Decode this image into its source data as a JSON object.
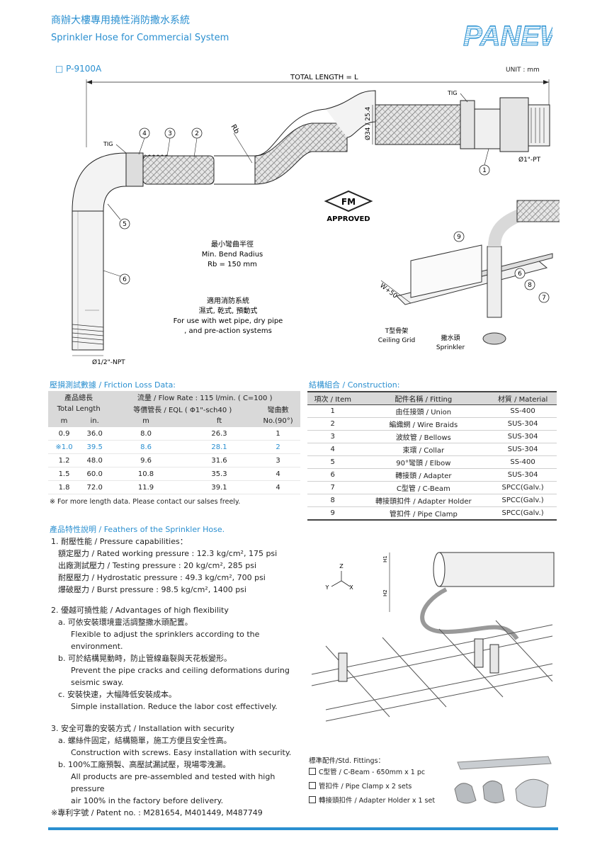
{
  "header": {
    "title_cn": "商辦大樓專用撓性消防撒水系統",
    "title_en": "Sprinkler Hose for Commercial System",
    "logo_text": "PANEW"
  },
  "model": "□ P-9100A",
  "unit": "UNIT : mm",
  "drawing": {
    "total_length": "TOTAL LENGTH = L",
    "tig1": "TIG",
    "tig2": "TIG",
    "rb": "Rb",
    "dim_diameter": "Ø34 / 25.4",
    "dim_pt": "Ø1\"-PT",
    "dim_npt": "Ø1/2\"-NPT",
    "callouts": [
      "1",
      "2",
      "3",
      "4",
      "5",
      "6"
    ],
    "fm_mark": "FM",
    "fm_approved": "APPROVED",
    "bend_cn": "最小彎曲半徑",
    "bend_en": "Min. Bend Radius",
    "bend_val": "Rb = 150 mm",
    "use_cn1": "適用消防系統",
    "use_cn2": "濕式, 乾式, 預動式",
    "use_en1": "For use with wet pipe, dry pipe",
    "use_en2": ", and pre-action systems",
    "w50": "W+50",
    "ceiling_cn": "T型骨架",
    "ceiling_en": "Ceiling Grid",
    "sprinkler_cn": "撒水頭",
    "sprinkler_en": "Sprinkler",
    "callouts2": [
      "9",
      "6",
      "8",
      "7"
    ]
  },
  "friction": {
    "title": "壓損測試數據 / Friction Loss Data:",
    "h_total_cn": "產品總長",
    "h_flow": "流量 / Flow Rate : 115 l/min. ( C=100 )",
    "h_total_en": "Total Length",
    "h_eql": "等價管長 / EQL ( Φ1\"-sch40 )",
    "h_bend": "彎曲數",
    "u_m": "m",
    "u_in": "in.",
    "u_m2": "m",
    "u_ft": "ft",
    "u_no": "No.(90°)",
    "rows": [
      [
        "0.9",
        "36.0",
        "8.0",
        "26.3",
        "1"
      ],
      [
        "※1.0",
        "39.5",
        "8.6",
        "28.1",
        "2"
      ],
      [
        "1.2",
        "48.0",
        "9.6",
        "31.6",
        "3"
      ],
      [
        "1.5",
        "60.0",
        "10.8",
        "35.3",
        "4"
      ],
      [
        "1.8",
        "72.0",
        "11.9",
        "39.1",
        "4"
      ]
    ],
    "note": "※ For more length data. Please contact our salses freely."
  },
  "construction": {
    "title": "結構組合 / Construction:",
    "headers": [
      "項次 / Item",
      "配件名稱 / Fitting",
      "材質 / Material"
    ],
    "rows": [
      [
        "1",
        "由任接頭 / Union",
        "SS-400"
      ],
      [
        "2",
        "編織網 / Wire Braids",
        "SUS-304"
      ],
      [
        "3",
        "波紋管 / Bellows",
        "SUS-304"
      ],
      [
        "4",
        "束環 / Collar",
        "SUS-304"
      ],
      [
        "5",
        "90°彎頭 / Elbow",
        "SS-400"
      ],
      [
        "6",
        "轉接頭 / Adapter",
        "SUS-304"
      ],
      [
        "7",
        "C型管 / C-Beam",
        "SPCC(Galv.)"
      ],
      [
        "8",
        "轉接頭扣件 / Adapter Holder",
        "SPCC(Galv.)"
      ],
      [
        "9",
        "管扣件 / Pipe Clamp",
        "SPCC(Galv.)"
      ]
    ]
  },
  "features": {
    "title": "產品特性說明 / Feathers of the Sprinkler Hose.",
    "s1": "1. 耐壓性能 / Pressure capabilities：",
    "s1_lines": [
      "額定壓力 / Rated working pressure : 12.3 kg/cm², 175 psi",
      "出廠測試壓力 / Testing pressure : 20 kg/cm², 285 psi",
      "耐壓壓力 / Hydrostatic pressure : 49.3 kg/cm², 700 psi",
      "爆破壓力 / Burst pressure : 98.5 kg/cm², 1400 psi"
    ],
    "s2": "2. 優越可撓性能 / Advantages of high flexibility",
    "s2a_cn": "a. 可依安裝環境靈活調整撒水頭配置。",
    "s2a_en": "Flexible to adjust the sprinklers according to the environment.",
    "s2b_cn": "b. 可於結構晃動時，防止管線龜裂與天花板變形。",
    "s2b_en1": "Prevent the pipe cracks and ceiling deformations during",
    "s2b_en2": "seismic sway.",
    "s2c_cn": "c. 安裝快速，大幅降低安裝成本。",
    "s2c_en": "Simple installation. Reduce the labor cost effectively.",
    "s3": "3. 安全可靠的安裝方式 / Installation with security",
    "s3a_cn": "a. 螺絲件固定，結構簡單，施工方便且安全性高。",
    "s3a_en": "Construction with screws. Easy installation with security.",
    "s3b_cn": "b. 100%工廠預製、高壓試漏試壓，現場零洩漏。",
    "s3b_en1": "All products are pre-assembled and tested with high pressure",
    "s3b_en2": "air 100% in the factory before delivery.",
    "patent": "※專利字號 / Patent no. : M281654, M401449, M487749"
  },
  "axes": {
    "z": "Z",
    "y": "Y",
    "x": "X",
    "h1": "H1",
    "h2": "H2"
  },
  "fittings": {
    "title": "標準配件/Std. Fittings：",
    "items": [
      "C型管 / C-Beam - 650mm x 1 pc",
      "管扣件 / Pipe Clamp x 2 sets",
      "轉接頭扣件 / Adapter Holder x 1 set"
    ]
  }
}
